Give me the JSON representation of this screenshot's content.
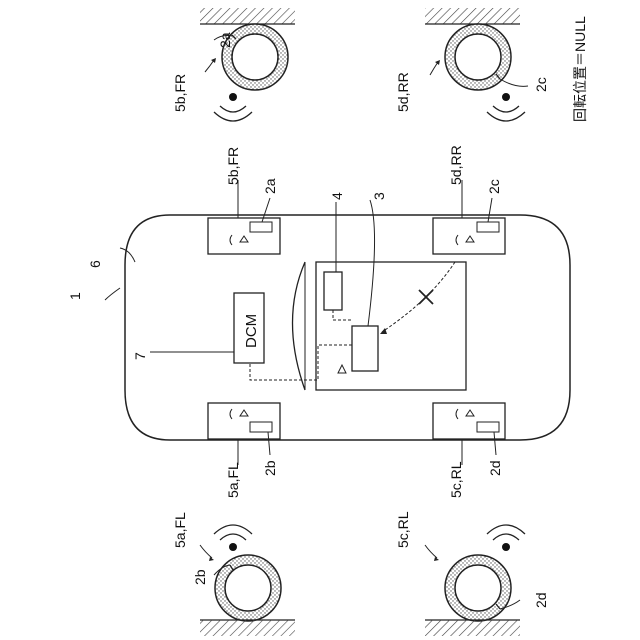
{
  "labels": {
    "ref_1": "1",
    "ref_6": "6",
    "ref_7": "7",
    "ref_3": "3",
    "ref_4": "4",
    "dcm": "DCM",
    "fr_top": "5b,FR",
    "rr_top": "5d,RR",
    "fl_bottom": "5a,FL",
    "rl_bottom": "5c,RL",
    "fr_body": "5b,FR",
    "rr_body": "5d,RR",
    "fl_body": "5a,FL",
    "rl_body": "5c,RL",
    "tag_2a_top": "2a",
    "tag_2c_top": "2c",
    "tag_2b_bottom": "2b",
    "tag_2d_bottom": "2d",
    "tag_2a_body": "2a",
    "tag_2c_body": "2c",
    "tag_2b_body": "2b",
    "tag_2d_body": "2d",
    "rotation_note": "回転位置＝NULL"
  },
  "colors": {
    "line": "#222222",
    "tire_fill": "#d9d9d9",
    "ground_hatch": "#444444"
  }
}
